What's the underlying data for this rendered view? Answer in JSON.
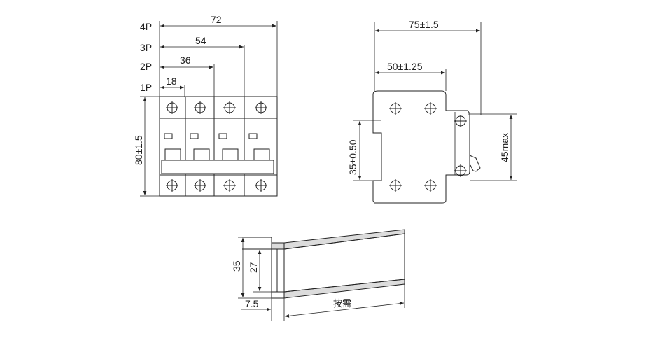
{
  "front_view": {
    "pole_labels": [
      "4P",
      "3P",
      "2P",
      "1P"
    ],
    "widths": [
      "72",
      "54",
      "36",
      "18"
    ],
    "height_label": "80±1.5"
  },
  "side_view": {
    "overall_width": "75±1.5",
    "inner_width": "50±1.25",
    "mount_height": "35±0.50",
    "max_height": "45max"
  },
  "rail_view": {
    "height_outer": "35",
    "height_inner": "27",
    "flange": "7.5",
    "length_note": "按需"
  }
}
